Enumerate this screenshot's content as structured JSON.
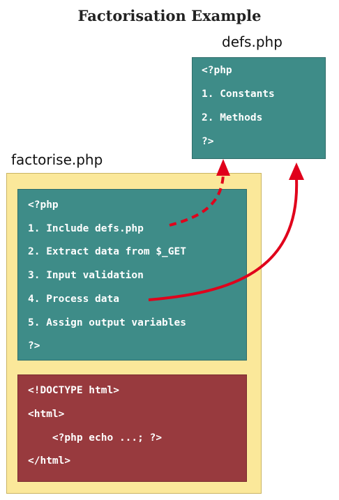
{
  "title": "Factorisation Example",
  "defs": {
    "filename": "defs.php",
    "lines": [
      "<?php",
      "1. Constants",
      "2. Methods",
      "?>"
    ]
  },
  "factorise": {
    "filename": "factorise.php",
    "php_lines": [
      "<?php",
      "1. Include defs.php",
      "2. Extract data from $_GET",
      "3. Input validation",
      "4. Process data",
      "5. Assign output variables",
      "?>"
    ],
    "html_lines": [
      "<!DOCTYPE html>",
      "<html>",
      "    <?php echo ...; ?>",
      "</html>"
    ]
  },
  "colors": {
    "teal": "#3e8c88",
    "dark_red": "#983a3e",
    "yellow": "#fbe89a",
    "arrow": "#e0001b"
  }
}
